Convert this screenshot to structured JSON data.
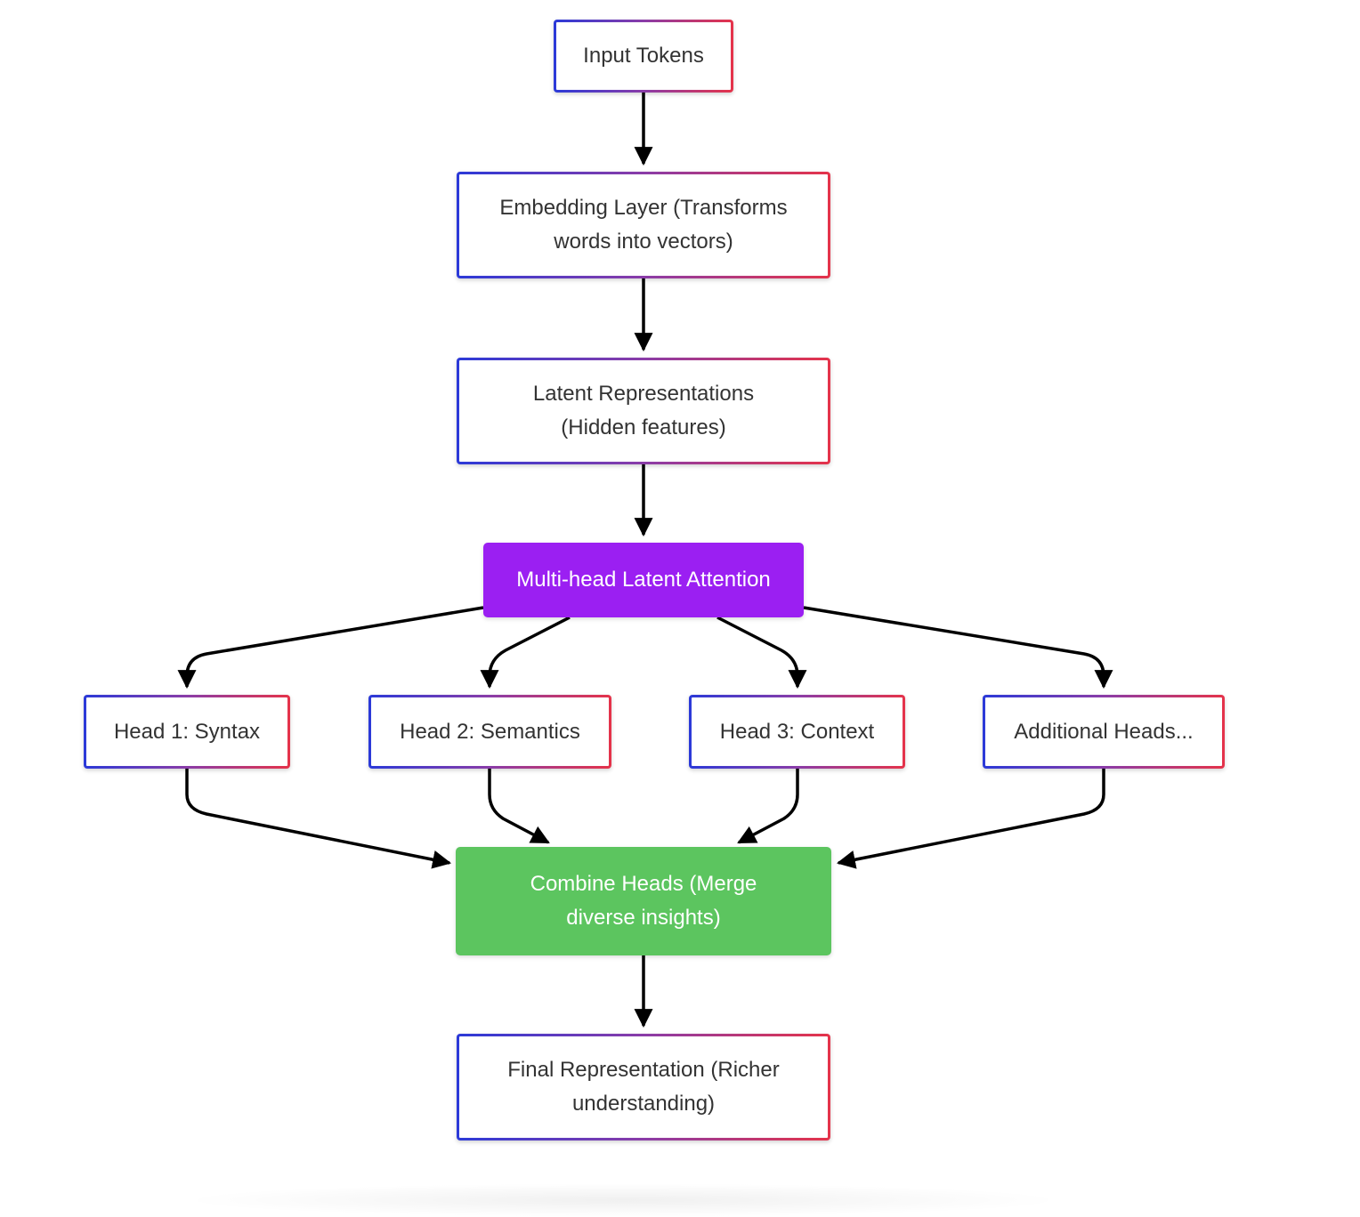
{
  "colors": {
    "arrow": "#000000",
    "attention_fill": "#9b1ff2",
    "combine_fill": "#5cc55f",
    "border_start": "#2b3ad8",
    "border_end": "#e5334a"
  },
  "nodes": {
    "input": {
      "text": "Input Tokens"
    },
    "embedding": {
      "line1": "Embedding Layer (Transforms",
      "line2": "words into vectors)"
    },
    "latent": {
      "line1": "Latent Representations",
      "line2": "(Hidden features)"
    },
    "attention": {
      "text": "Multi-head Latent Attention"
    },
    "head1": {
      "text": "Head 1: Syntax"
    },
    "head2": {
      "text": "Head 2: Semantics"
    },
    "head3": {
      "text": "Head 3: Context"
    },
    "head_more": {
      "text": "Additional Heads..."
    },
    "combine": {
      "line1": "Combine Heads (Merge",
      "line2": "diverse insights)"
    },
    "final": {
      "line1": "Final Representation (Richer",
      "line2": "understanding)"
    }
  },
  "edges": [
    {
      "from": "input",
      "to": "embedding"
    },
    {
      "from": "embedding",
      "to": "latent"
    },
    {
      "from": "latent",
      "to": "attention"
    },
    {
      "from": "attention",
      "to": "head1"
    },
    {
      "from": "attention",
      "to": "head2"
    },
    {
      "from": "attention",
      "to": "head3"
    },
    {
      "from": "attention",
      "to": "head_more"
    },
    {
      "from": "head1",
      "to": "combine"
    },
    {
      "from": "head2",
      "to": "combine"
    },
    {
      "from": "head3",
      "to": "combine"
    },
    {
      "from": "head_more",
      "to": "combine"
    },
    {
      "from": "combine",
      "to": "final"
    }
  ]
}
